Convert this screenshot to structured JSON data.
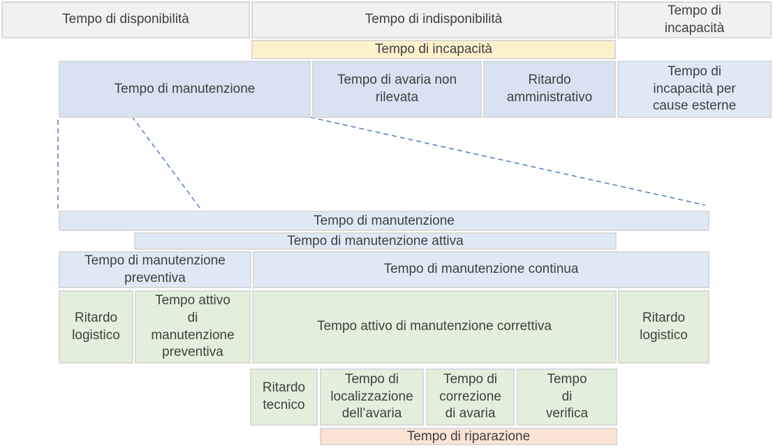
{
  "colors": {
    "box_border": "#d9d9d9",
    "text": "#3f3f3f",
    "gray": "#f1f1f1",
    "yellow": "#fdf1cc",
    "blue": "#d8e2f2",
    "blue_light": "#dfe9f6",
    "green": "#e3efda",
    "pink": "#fbe3d6",
    "dashed_line": "#4472c4"
  },
  "boxes": {
    "disponibilita": {
      "label": "Tempo di disponibilità"
    },
    "indisponibilita": {
      "label": "Tempo di indisponibilità"
    },
    "incapacita_top": {
      "label": "Tempo di\nincapacità"
    },
    "incapacita_yellow": {
      "label": "Tempo di incapacità"
    },
    "manutenzione": {
      "label": "Tempo di manutenzione"
    },
    "avaria_non_rilevata": {
      "label": "Tempo di avaria non\nrilevata"
    },
    "ritardo_amministrativo": {
      "label": "Ritardo\namministrativo"
    },
    "incapacita_cause_esterne": {
      "label": "Tempo di\nincapacità per\ncause esterne"
    },
    "manutenzione_wide": {
      "label": "Tempo di manutenzione"
    },
    "manutenzione_attiva": {
      "label": "Tempo di manutenzione attiva"
    },
    "manutenzione_preventiva": {
      "label": "Tempo di manutenzione\npreventiva"
    },
    "manutenzione_continua": {
      "label": "Tempo di manutenzione continua"
    },
    "ritardo_logistico_sx": {
      "label": "Ritardo\nlogistico"
    },
    "attivo_preventiva": {
      "label": "Tempo attivo\ndi\nmanutenzione\npreventiva"
    },
    "attivo_correttiva": {
      "label": "Tempo attivo di manutenzione correttiva"
    },
    "ritardo_logistico_dx": {
      "label": "Ritardo\nlogistico"
    },
    "ritardo_tecnico": {
      "label": "Ritardo\ntecnico"
    },
    "localizzazione_avaria": {
      "label": "Tempo di\nlocalizzazione\ndell’avaria"
    },
    "correzione_avaria": {
      "label": "Tempo di\ncorrezione\ndi avaria"
    },
    "verifica": {
      "label": "Tempo\ndi\nverifica"
    }
  }
}
